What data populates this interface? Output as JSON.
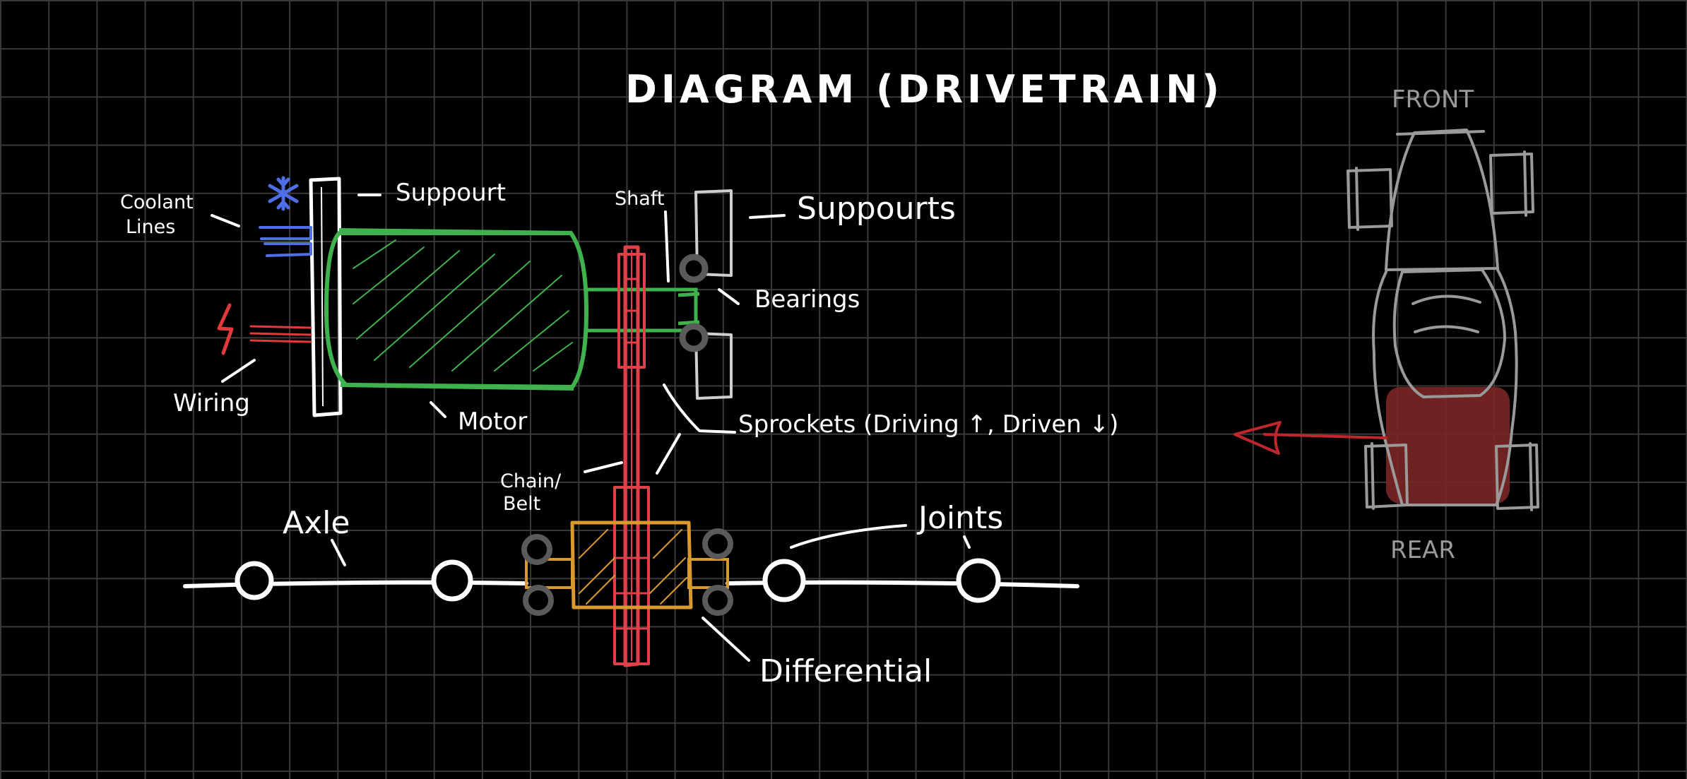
{
  "title": "DIAGRAM (DRIVETRAIN)",
  "labels": {
    "coolant_lines": [
      "Coolant",
      "Lines"
    ],
    "suppourt": "Suppourt",
    "wiring": "Wiring",
    "motor": "Motor",
    "shaft": "Shaft",
    "suppourts": "Suppourts",
    "bearings": "Bearings",
    "sprockets": "Sprockets (Driving ↑, Driven ↓)",
    "chain_belt": [
      "Chain/",
      "Belt"
    ],
    "axle": "Axle",
    "joints": "Joints",
    "differential": "Differential",
    "front": "FRONT",
    "rear": "REAR"
  },
  "icons": {
    "coolant": "snowflake-icon",
    "power": "lightning-bolt-icon",
    "direction": "arrow-left-icon"
  },
  "colors": {
    "background": "#000000",
    "grid": "#3a3a3a",
    "ink": "#ffffff",
    "motor": "#3fb24e",
    "coolant": "#4f6fe8",
    "wiring": "#e23a3a",
    "sprocket": "#e0404a",
    "differential": "#d89a2e",
    "bearing": "#5a5a5a",
    "car_outline": "#9a9a9a",
    "rear_highlight": "#7a2626",
    "arrow": "#c0262e"
  }
}
